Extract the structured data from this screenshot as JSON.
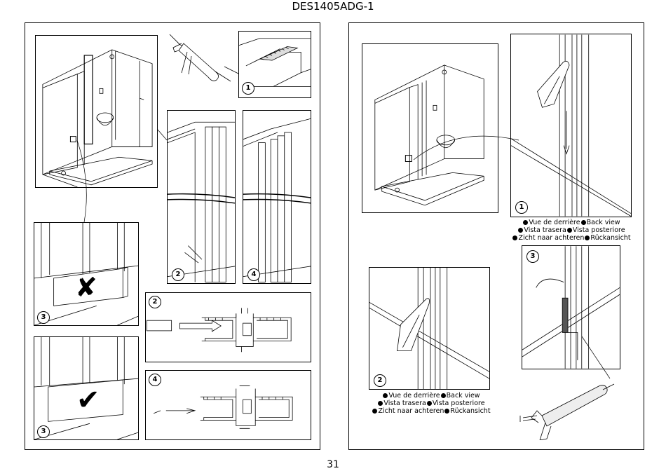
{
  "document": {
    "title": "DES1405ADG-1",
    "page_number": "31"
  },
  "left_page": {
    "steps": [
      {
        "id": "step1",
        "label": "1"
      },
      {
        "id": "step2a",
        "label": "2"
      },
      {
        "id": "step4a",
        "label": "4"
      },
      {
        "id": "step3a",
        "label": "3"
      },
      {
        "id": "step3b",
        "label": "3"
      },
      {
        "id": "step2b",
        "label": "2"
      },
      {
        "id": "step4b",
        "label": "4"
      }
    ],
    "wrong_mark": "✘",
    "right_mark": "✔"
  },
  "right_page": {
    "steps": [
      {
        "id": "step1",
        "label": "1"
      },
      {
        "id": "step2",
        "label": "2"
      },
      {
        "id": "step3",
        "label": "3"
      }
    ],
    "captions": {
      "line1_a": "Vue de derrière",
      "line1_b": "Back view",
      "line2_a": "Vista trasera",
      "line2_b": "Vista posteriore",
      "line3_a": "Zicht naar achteren",
      "line3_b": "Rückansicht"
    }
  }
}
